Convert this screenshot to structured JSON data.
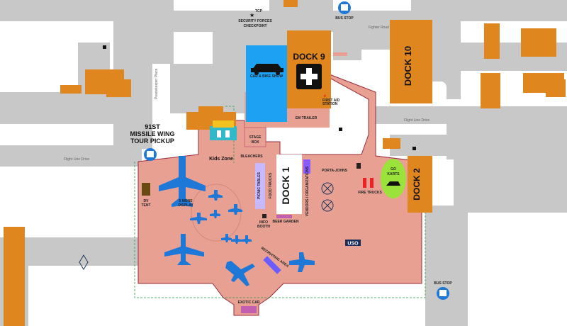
{
  "labels": {
    "tcp": "TCP",
    "security": "SECURITY FORCES",
    "checkpoint": "CHECKPOINT",
    "bus_stop_top": "BUS STOP",
    "bus_stop_bottom": "BUS STOP",
    "fighter_road": "Fighter Road",
    "flight_line_drive_left": "Flight Line Drive",
    "flight_line_drive_right": "Flight Line Drive",
    "peacekeeper_place": "Peacekeeper Place",
    "dock9": "DOCK 9",
    "dock10": "DOCK 10",
    "dock1": "DOCK 1",
    "dock2": "DOCK 2",
    "car_bike": "CAR & BIKE SHOW",
    "em_trailer": "EM TRAILER",
    "first_aid": "FIRST AID",
    "first_aid_2": "STATION",
    "stage": "STAGE",
    "box": "BOX",
    "bleachers": "BLEACHERS",
    "picnic": "PICNIC TABLES",
    "food": "FOOD TRUCKS",
    "porta": "PORTA-JOHNS",
    "go": "GO",
    "karts": "KARTS",
    "fire_trucks": "FIRE TRUCKS",
    "kids_zone": "Kids Zone",
    "mw1": "91ST",
    "mw2": "MISSILE WING",
    "mw3": "TOUR PICKUP",
    "dv1": "DV",
    "dv2": "TENT",
    "muns1": "5 MUNS",
    "muns2": "DISPLAY",
    "info1": "INFO",
    "info2": "BOOTH",
    "beer": "BEER GARDEN",
    "recruiting": "RECRUITING AREA",
    "exotic": "EXOTIC CAR",
    "uso": "USO",
    "vendors": "VENDORS / ORGANIZATIONS"
  },
  "colors": {
    "event_area": "#e8a093",
    "building": "#e0861e",
    "pavement": "#c8c8c8",
    "blue_area": "#1da1f2",
    "plane": "#1e78d8",
    "go_karts": "#9be33a",
    "boundary": "#9a2a3a"
  },
  "icons": [
    "bus-icon",
    "star-icon",
    "cross-icon",
    "car-icon",
    "kids-zone-icon",
    "helicopter-icon",
    "airplane-icon",
    "fire-truck-icon",
    "go-kart-icon"
  ]
}
